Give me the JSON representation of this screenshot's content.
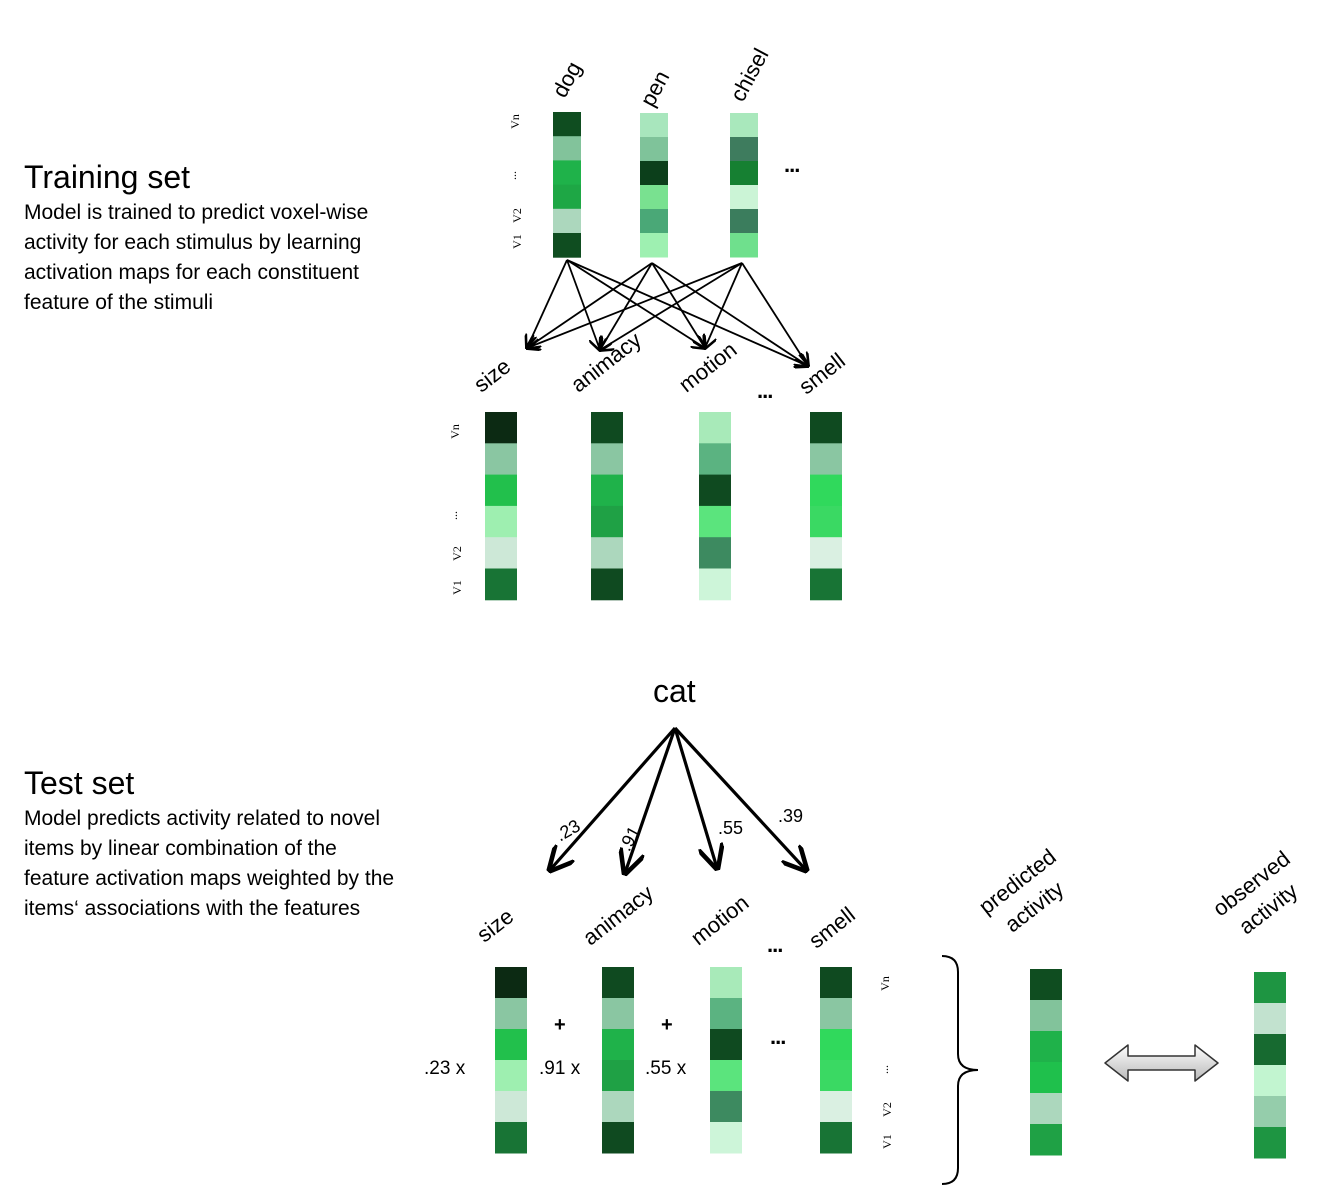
{
  "training": {
    "title": "Training set",
    "description": "Model is trained to predict voxel-wise activity for each stimulus by learning activation maps for each constituent feature of the stimuli"
  },
  "test": {
    "title": "Test set",
    "description": "Model predicts activity related to novel items by linear combination of the feature activation maps weighted by the items‘ associations with the features"
  },
  "stimuli": [
    "dog",
    "pen",
    "chisel"
  ],
  "features": [
    "size",
    "animacy",
    "motion",
    "smell"
  ],
  "ellipsis": "...",
  "voxel_labels": [
    "Vn",
    "...",
    "V2",
    "V1"
  ],
  "novel_item": "cat",
  "weights": [
    ".23",
    ".91",
    ".55",
    ".39"
  ],
  "coefficients": [
    ".23 x",
    ".91 x",
    ".55 x"
  ],
  "plus": "+",
  "predicted_label": [
    "predicted",
    "activity"
  ],
  "observed_label": [
    "observed",
    "activity"
  ],
  "colors": {
    "dog": [
      "#0f4d20",
      "#82c39b",
      "#1fb24a",
      "#1ea745",
      "#acd7bd",
      "#0f4d20"
    ],
    "pen": [
      "#a8e6bd",
      "#7fc39a",
      "#0c3f1b",
      "#79e190",
      "#4aa877",
      "#9ef0b1"
    ],
    "chisel": [
      "#a9e8bc",
      "#3e7c5e",
      "#168032",
      "#cbf4d6",
      "#3b7d5d",
      "#6fe08d"
    ],
    "size": [
      "#0c2a13",
      "#8ac6a2",
      "#22c04c",
      "#9eefb0",
      "#cde8d7",
      "#187435"
    ],
    "animacy": [
      "#0f4a20",
      "#8ac6a2",
      "#1fb24a",
      "#1fa145",
      "#acd7bd",
      "#0f4a20"
    ],
    "motion": [
      "#a8eab9",
      "#5bb381",
      "#0f4a20",
      "#5be47d",
      "#3d8a60",
      "#cdf5d9"
    ],
    "smell": [
      "#0f4a20",
      "#8ac6a2",
      "#30d95c",
      "#3ad963",
      "#daf0e2",
      "#187435"
    ],
    "predicted": [
      "#0f4d20",
      "#82c39b",
      "#1fb24a",
      "#1fc04c",
      "#acd7bd",
      "#1fa145"
    ],
    "observed": [
      "#1e9542",
      "#c2e2cf",
      "#176a30",
      "#c2f5d0",
      "#95cdab",
      "#1e9542"
    ]
  }
}
